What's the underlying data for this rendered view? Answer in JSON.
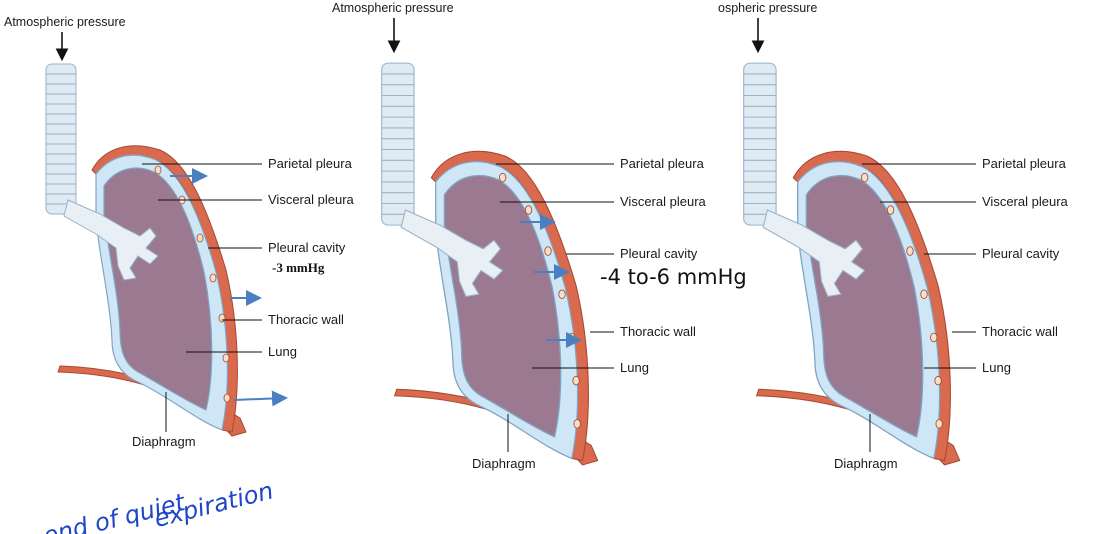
{
  "panels": [
    {
      "atmospheric_label": "Atmospheric pressure",
      "labels": {
        "parietal": "Parietal pleura",
        "visceral": "Visceral pleura",
        "cavity": "Pleural cavity",
        "thoracic": "Thoracic wall",
        "lung": "Lung",
        "diaphragm": "Diaphragm"
      },
      "pressure": "-3 mmHg"
    },
    {
      "atmospheric_label": "Atmospheric pressure",
      "labels": {
        "parietal": "Parietal pleura",
        "visceral": "Visceral pleura",
        "cavity": "Pleural cavity",
        "thoracic": "Thoracic wall",
        "lung": "Lung",
        "diaphragm": "Diaphragm"
      },
      "pressure": "-4 to-6 mmHg"
    },
    {
      "atmospheric_label": "ospheric pressure",
      "labels": {
        "parietal": "Parietal pleura",
        "visceral": "Visceral pleura",
        "cavity": "Pleural cavity",
        "thoracic": "Thoracic wall",
        "lung": "Lung",
        "diaphragm": "Diaphragm"
      }
    }
  ],
  "handwritten_note": {
    "line1": "end of quiet",
    "line2": "expiration"
  },
  "colors": {
    "pleura_wall": "#d96a4e",
    "pleural_fluid": "#cfe6f7",
    "lung_tissue": "#9b7a91",
    "trachea": "#dfeaf3",
    "arrow": "#4a7fc1",
    "handwriting": "#1f45c8"
  }
}
